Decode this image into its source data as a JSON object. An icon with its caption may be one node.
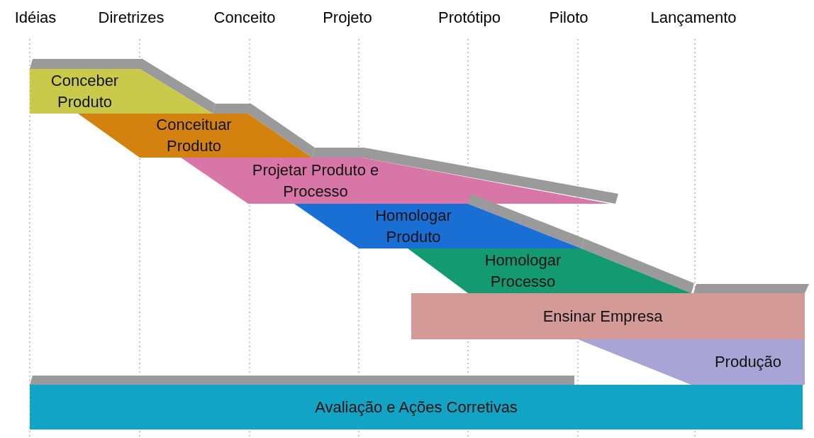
{
  "diagram": {
    "nodes": [
      {
        "text": [
          "Conceber Produto"
        ]
      },
      {
        "text": [
          "Conceituar Produto"
        ]
      },
      {
        "text": [
          "Projetar Produto e Processo"
        ]
      },
      {
        "text": [
          "Homologar Produto"
        ]
      },
      {
        "text": [
          "Homologar Processo"
        ]
      },
      {
        "text": [
          "Ensinar Empresa"
        ]
      },
      {
        "text": [
          "Produção"
        ]
      },
      {
        "text": [
          "Avaliação e Ações Corretivas"
        ]
      }
    ],
    "labels": [
      "Idéias",
      "Diretrizes",
      "Conceito",
      "Projeto",
      "Protótipo",
      "Piloto",
      "Lançamento"
    ]
  }
}
